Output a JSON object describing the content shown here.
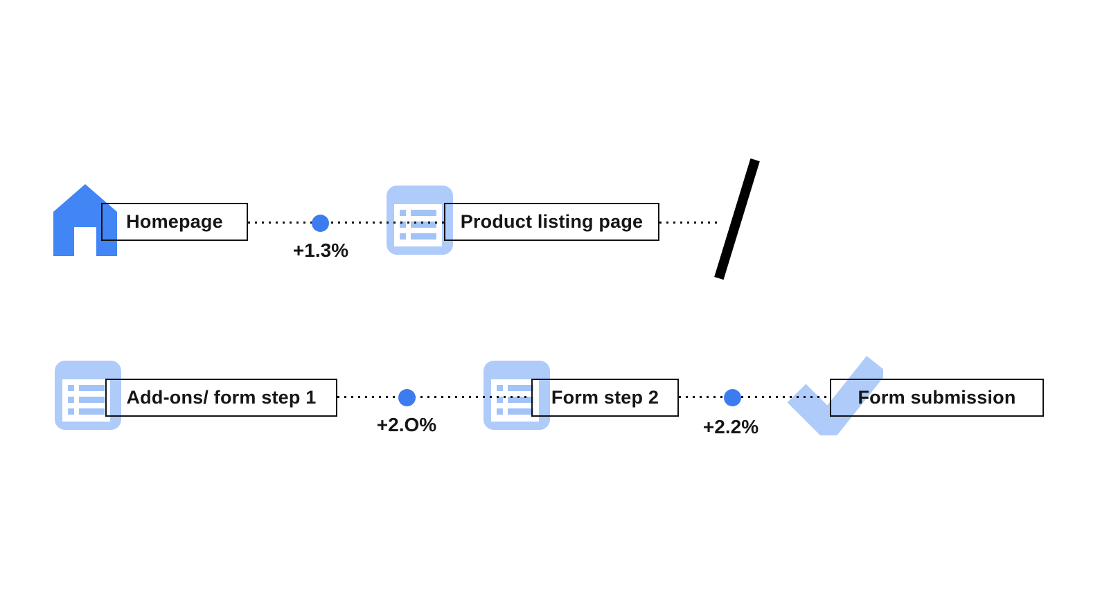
{
  "flow": {
    "row1": {
      "homepage": {
        "label": "Homepage",
        "icon": "home-icon"
      },
      "transition_1": {
        "value": "+1.3%"
      },
      "product_listing": {
        "label": "Product listing page",
        "icon": "list-icon"
      },
      "break": {
        "icon": "slash-break-icon"
      }
    },
    "row2": {
      "addons": {
        "label": "Add-ons/ form step 1",
        "icon": "list-icon"
      },
      "transition_2": {
        "value": "+2.O%"
      },
      "form_step_2": {
        "label": "Form step 2",
        "icon": "list-icon"
      },
      "transition_3": {
        "value": "+2.2%"
      },
      "form_submission": {
        "label": "Form submission",
        "icon": "check-icon"
      }
    }
  },
  "colors": {
    "primary_blue": "#4285f4",
    "dot_blue": "#3d7cee",
    "light_blue": "#aecbfa",
    "list_row_blue": "#a2c3f8",
    "connector_black": "#141414",
    "slash_black": "#000000",
    "text_black": "#161616"
  }
}
